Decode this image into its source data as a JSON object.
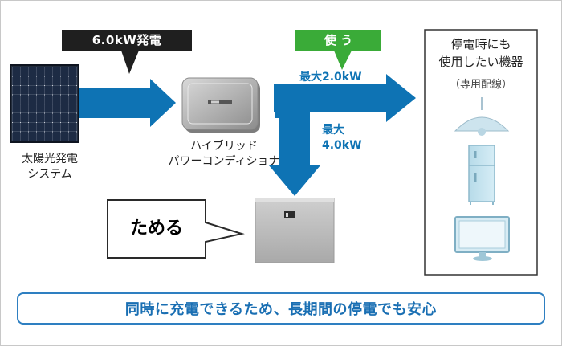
{
  "labels": {
    "generation": "6.0kW発電",
    "use": "使 う",
    "max_output_main": "最大2.0kW",
    "max_output_storage_line1": "最大",
    "max_output_storage_line2": "4.0kW",
    "solar_line1": "太陽光発電",
    "solar_line2": "システム",
    "pcs_line1": "ハイブリッド",
    "pcs_line2": "パワーコンディショナ",
    "store": "ためる",
    "appliances_line1": "停電時にも",
    "appliances_line2": "使用したい機器",
    "appliances_note": "（専用配線）",
    "banner": "同時に充電できるため、長期間の停電でも安心"
  },
  "colors": {
    "arrow_blue": "#0e73b4",
    "accent_green": "#3aab38",
    "callout_black": "#1f1f1f",
    "banner_border": "#2e7fc1",
    "banner_text": "#1a6fb3"
  },
  "icons": [
    "solar-panel-icon",
    "power-conditioner-icon",
    "storage-battery-icon",
    "pendant-lamp-icon",
    "refrigerator-icon",
    "television-icon"
  ]
}
